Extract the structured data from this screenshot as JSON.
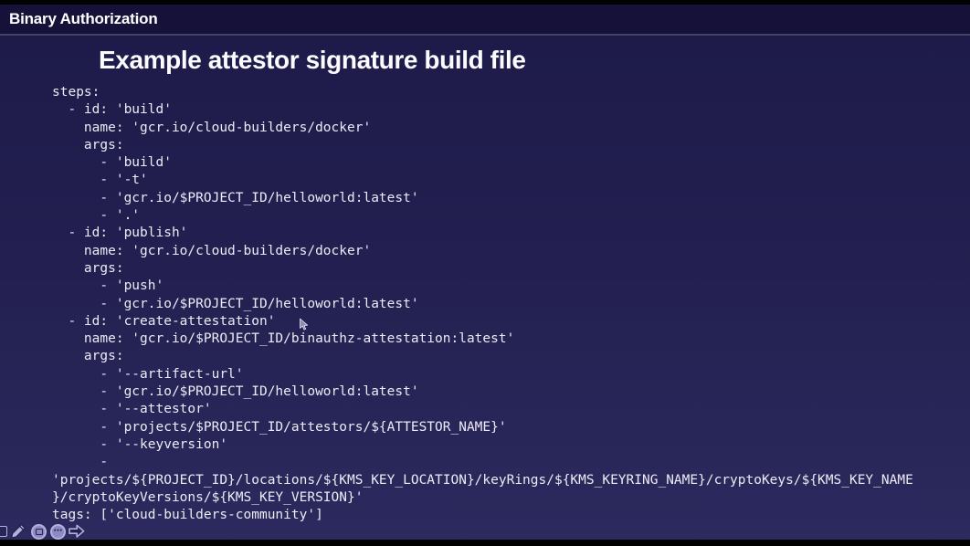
{
  "window": {
    "header_title": "Binary Authorization"
  },
  "slide": {
    "title": "Example attestor signature build file",
    "code": "steps:\n  - id: 'build'\n    name: 'gcr.io/cloud-builders/docker'\n    args:\n      - 'build'\n      - '-t'\n      - 'gcr.io/$PROJECT_ID/helloworld:latest'\n      - '.'\n  - id: 'publish'\n    name: 'gcr.io/cloud-builders/docker'\n    args:\n      - 'push'\n      - 'gcr.io/$PROJECT_ID/helloworld:latest'\n  - id: 'create-attestation'\n    name: 'gcr.io/$PROJECT_ID/binauthz-attestation:latest'\n    args:\n      - '--artifact-url'\n      - 'gcr.io/$PROJECT_ID/helloworld:latest'\n      - '--attestor'\n      - 'projects/$PROJECT_ID/attestors/${ATTESTOR_NAME}'\n      - '--keyversion'\n      -\n'projects/${PROJECT_ID}/locations/${KMS_KEY_LOCATION}/keyRings/${KMS_KEYRING_NAME}/cryptoKeys/${KMS_KEY_NAME\n}/cryptoKeyVersions/${KMS_KEY_VERSION}'\ntags: ['cloud-builders-community']"
  },
  "annotation_toolbar": {
    "tools": [
      "square-shape",
      "pencil",
      "shape-picker",
      "more-options",
      "forward-arrow"
    ]
  },
  "colors": {
    "letterbox": "#000000",
    "header_bg": "#151139",
    "separator": "#44416b",
    "slide_bg_top": "#1e1b4a",
    "slide_bg_bottom": "#2c2a5e",
    "code_text": "#ecebf5",
    "title_text": "#fcfbff",
    "icon_light": "#b3b0e0",
    "icon_dark": "#232050"
  }
}
